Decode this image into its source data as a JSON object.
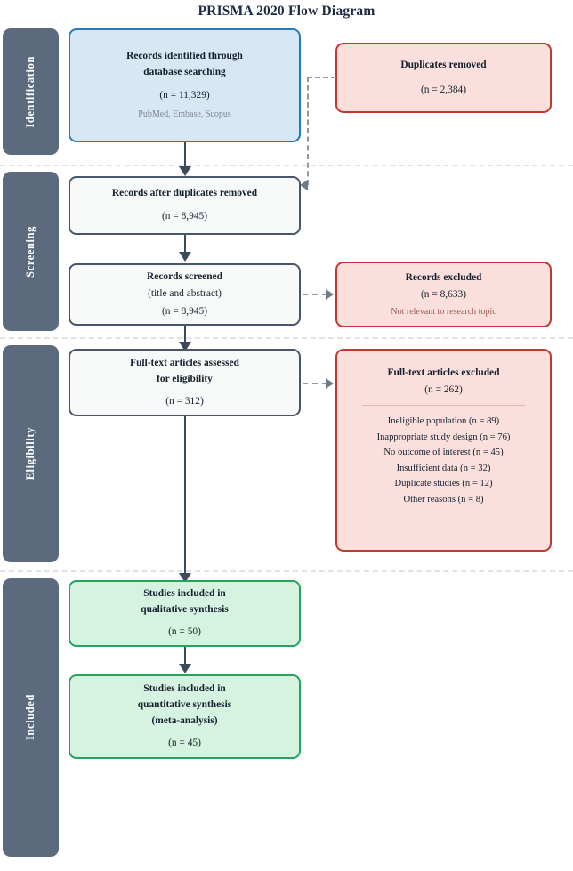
{
  "title": "PRISMA 2020 Flow Diagram",
  "stages": [
    {
      "label": "Identification"
    },
    {
      "label": "Screening"
    },
    {
      "label": "Eligibility"
    },
    {
      "label": "Included"
    }
  ],
  "boxes": {
    "identified": {
      "head_line1": "Records identified through",
      "head_line2": "database searching",
      "count": "(n = 11,329)",
      "note": "PubMed, Embase, Scopus"
    },
    "duplicates_removed": {
      "head": "Duplicates removed",
      "count": "(n = 2,384)"
    },
    "after_duplicates": {
      "head": "Records after duplicates removed",
      "count": "(n = 8,945)"
    },
    "screened": {
      "head": "Records screened",
      "sub": "(title and abstract)",
      "count": "(n = 8,945)"
    },
    "records_excluded": {
      "head": "Records excluded",
      "count": "(n = 8,633)",
      "note": "Not relevant to research topic"
    },
    "fulltext_assessed": {
      "head_line1": "Full-text articles assessed",
      "head_line2": "for eligibility",
      "count": "(n = 312)"
    },
    "fulltext_excluded": {
      "head": "Full-text articles excluded",
      "count": "(n = 262)",
      "reasons": [
        "Ineligible population (n = 89)",
        "Inappropriate study design (n = 76)",
        "No outcome of interest (n = 45)",
        "Insufficient data (n = 32)",
        "Duplicate studies (n = 12)",
        "Other reasons (n = 8)"
      ]
    },
    "qualitative": {
      "head_line1": "Studies included in",
      "head_line2": "qualitative synthesis",
      "count": "(n = 50)"
    },
    "quantitative": {
      "head_line1": "Studies included in",
      "head_line2": "quantitative synthesis",
      "head_line3": "(meta-analysis)",
      "count": "(n = 45)"
    }
  },
  "colors": {
    "stage_band": "#5b6b7d",
    "identification_border": "#2a7ab8",
    "identification_fill": "#d8e7f5",
    "neutral_border": "#47566a",
    "neutral_fill": "#f8f9f9",
    "excluded_border": "#c0392b",
    "excluded_fill": "#fadfdc",
    "included_border": "#28a35c",
    "included_fill": "#d6f2e0",
    "arrow": "#3c4a5c",
    "dashed": "#8f9aa3",
    "title": "#1d2a44"
  }
}
